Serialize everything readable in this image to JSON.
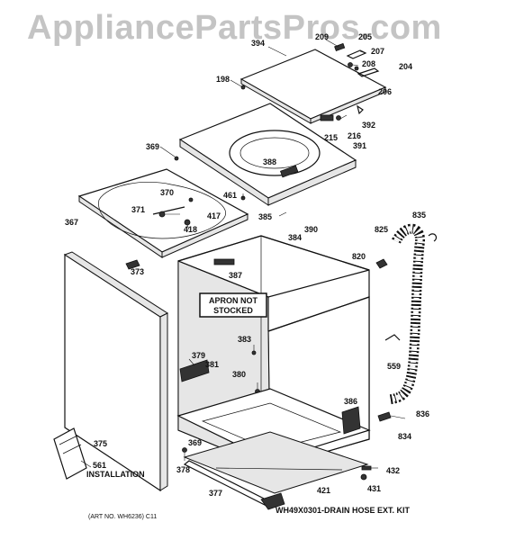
{
  "watermark": "AppliancePartsPros.com",
  "labels": {
    "p209": "209",
    "p205": "205",
    "p207": "207",
    "p208": "208",
    "p204": "204",
    "p206": "206",
    "p394": "394",
    "p198": "198",
    "p392": "392",
    "p215": "215",
    "p216": "216",
    "p391": "391",
    "p369a": "369",
    "p388": "388",
    "p461": "461",
    "p370": "370",
    "p371": "371",
    "p417": "417",
    "p418": "418",
    "p367": "367",
    "p385": "385",
    "p384": "384",
    "p390": "390",
    "p825": "825",
    "p835": "835",
    "p820": "820",
    "p373": "373",
    "p387": "387",
    "p383": "383",
    "p379": "379",
    "p381": "381",
    "p380": "380",
    "p559": "559",
    "p386": "386",
    "p836": "836",
    "p834": "834",
    "p375": "375",
    "p369b": "369",
    "p378": "378",
    "p561": "561",
    "p432": "432",
    "p421": "421",
    "p431": "431",
    "p377": "377"
  },
  "callouts": {
    "apron_line1": "APRON NOT",
    "apron_line2": "STOCKED",
    "installation": "INSTALLATION",
    "drain_kit": "WH49X0301-DRAIN HOSE EXT. KIT",
    "art_no": "(ART NO. WH6236)  C11"
  }
}
